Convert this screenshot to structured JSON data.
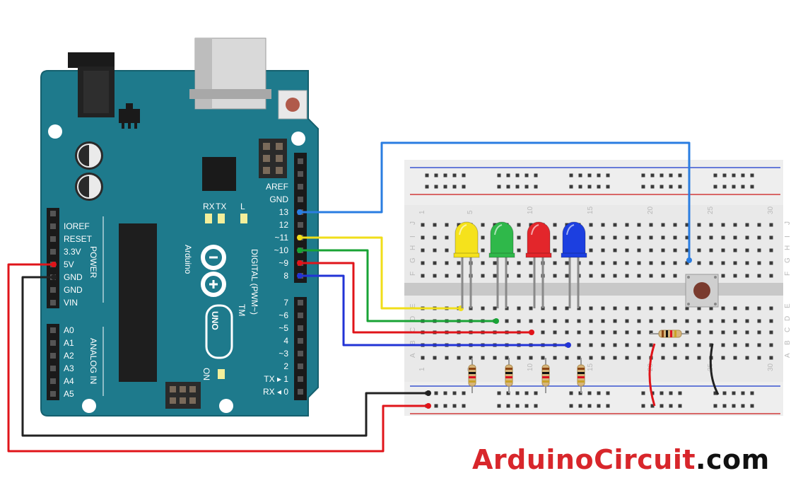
{
  "board": {
    "name": "Arduino",
    "model": "UNO",
    "tm": "TM",
    "on_label": "ON",
    "power_header": [
      "IOREF",
      "RESET",
      "3.3V",
      "5V",
      "GND",
      "GND",
      "VIN"
    ],
    "power_title": "POWER",
    "analog_header": [
      "A0",
      "A1",
      "A2",
      "A3",
      "A4",
      "A5"
    ],
    "analog_title": "ANALOG IN",
    "digital_top": [
      "AREF",
      "GND",
      "13",
      "12",
      "~11",
      "~10",
      "~9",
      "8"
    ],
    "digital_bottom": [
      "7",
      "~6",
      "~5",
      "4",
      "~3",
      "2",
      "TX ▸ 1",
      "RX ◂ 0"
    ],
    "digital_title": "DIGITAL (PWM~)",
    "led_labels": [
      "RX",
      "TX",
      "L"
    ]
  },
  "breadboard": {
    "column_numbers": [
      "1",
      "5",
      "10",
      "15",
      "20",
      "25",
      "30"
    ],
    "row_letters_top": [
      "J",
      "I",
      "H",
      "G",
      "F"
    ],
    "row_letters_bottom": [
      "E",
      "D",
      "C",
      "B",
      "A"
    ]
  },
  "components": {
    "leds": [
      {
        "color": "yellow",
        "hex": "#f5e21c"
      },
      {
        "color": "green",
        "hex": "#2fb84a"
      },
      {
        "color": "red",
        "hex": "#e3262b"
      },
      {
        "color": "blue",
        "hex": "#1c3fe0"
      }
    ],
    "resistor_count": 5,
    "pushbutton_count": 1
  },
  "wires": [
    {
      "from": "13",
      "to": "pushbutton",
      "color": "#2a7de1"
    },
    {
      "from": "~11",
      "to": "yellow-led",
      "color": "#f0de1a"
    },
    {
      "from": "~10",
      "to": "green-led",
      "color": "#18a335"
    },
    {
      "from": "~9",
      "to": "red-led",
      "color": "#e0141a"
    },
    {
      "from": "8",
      "to": "blue-led",
      "color": "#2233d6"
    },
    {
      "from": "5V",
      "to": "power-rail",
      "color": "#e0141a"
    },
    {
      "from": "GND",
      "to": "ground-rail",
      "color": "#222222"
    }
  ],
  "brand": {
    "part1": "Arduino",
    "part2": "Circuit",
    "part3": ".com"
  }
}
